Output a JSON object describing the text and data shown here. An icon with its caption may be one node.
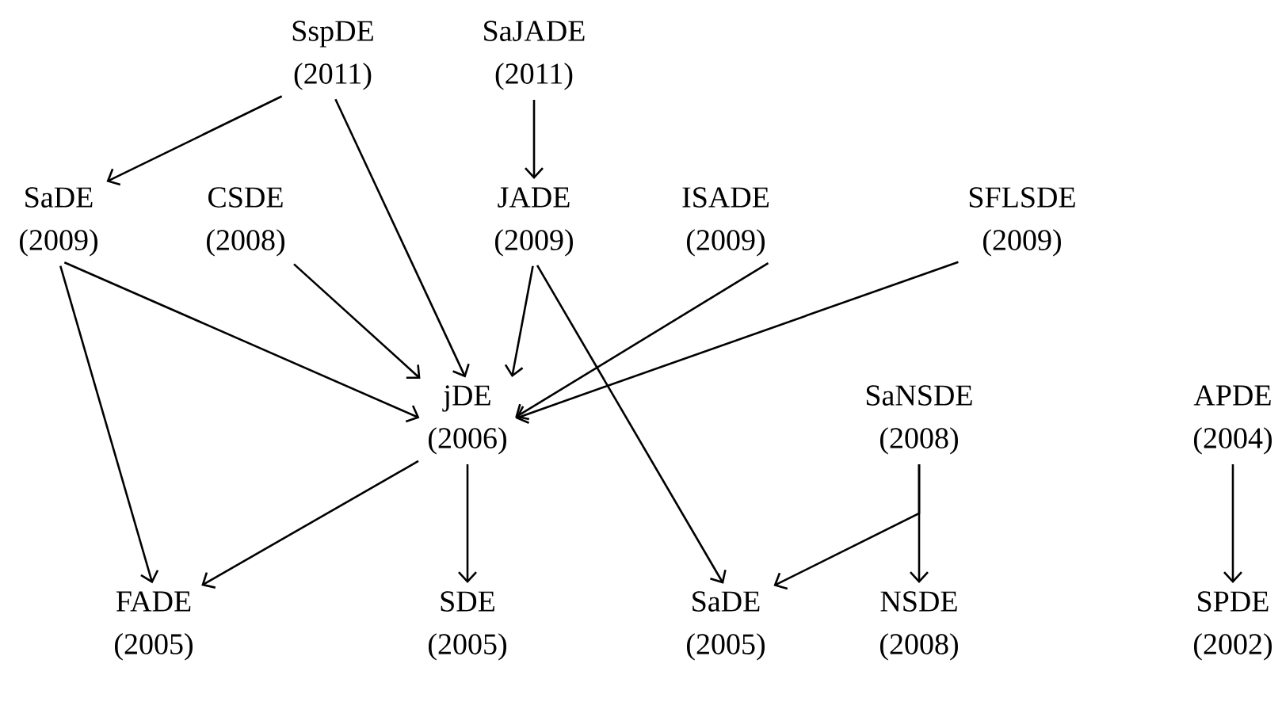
{
  "diagram": {
    "nodes": [
      {
        "text": [
          "SspDE",
          "(2011)"
        ]
      },
      {
        "text": [
          "SaJADE",
          "(2011)"
        ]
      },
      {
        "text": [
          "SaDE",
          "(2009)"
        ]
      },
      {
        "text": [
          "CSDE",
          "(2008)"
        ]
      },
      {
        "text": [
          "JADE",
          "(2009)"
        ]
      },
      {
        "text": [
          "ISADE",
          "(2009)"
        ]
      },
      {
        "text": [
          "SFLSDE",
          "(2009)"
        ]
      },
      {
        "text": [
          "jDE",
          "(2006)"
        ]
      },
      {
        "text": [
          "SaNSDE",
          "(2008)"
        ]
      },
      {
        "text": [
          "APDE",
          "(2004)"
        ]
      },
      {
        "text": [
          "FADE",
          "(2005)"
        ]
      },
      {
        "text": [
          "SDE",
          "(2005)"
        ]
      },
      {
        "text": [
          "SaDE",
          "(2005)"
        ]
      },
      {
        "text": [
          "NSDE",
          "(2008)"
        ]
      },
      {
        "text": [
          "SPDE",
          "(2002)"
        ]
      }
    ],
    "edges": [
      {
        "from": 0,
        "to": 2,
        "arrow": "to"
      },
      {
        "from": 0,
        "to": 7,
        "arrow": "to"
      },
      {
        "from": 1,
        "to": 4,
        "arrow": "to"
      },
      {
        "from": 2,
        "to": 7,
        "arrow": "to"
      },
      {
        "from": 2,
        "to": 10,
        "arrow": "to"
      },
      {
        "from": 3,
        "to": 7,
        "arrow": "to"
      },
      {
        "from": 4,
        "to": 7,
        "arrow": "to"
      },
      {
        "from": 4,
        "to": 12,
        "arrow": "to"
      },
      {
        "from": 5,
        "to": 7,
        "arrow": "to"
      },
      {
        "from": 6,
        "to": 7,
        "arrow": "to"
      },
      {
        "from": 7,
        "to": 10,
        "arrow": "to"
      },
      {
        "from": 7,
        "to": 11,
        "arrow": "to"
      },
      {
        "from": 8,
        "to": 12,
        "arrow": "to"
      },
      {
        "from": 8,
        "to": 13,
        "arrow": "to"
      },
      {
        "from": 9,
        "to": 14,
        "arrow": "to"
      }
    ]
  }
}
